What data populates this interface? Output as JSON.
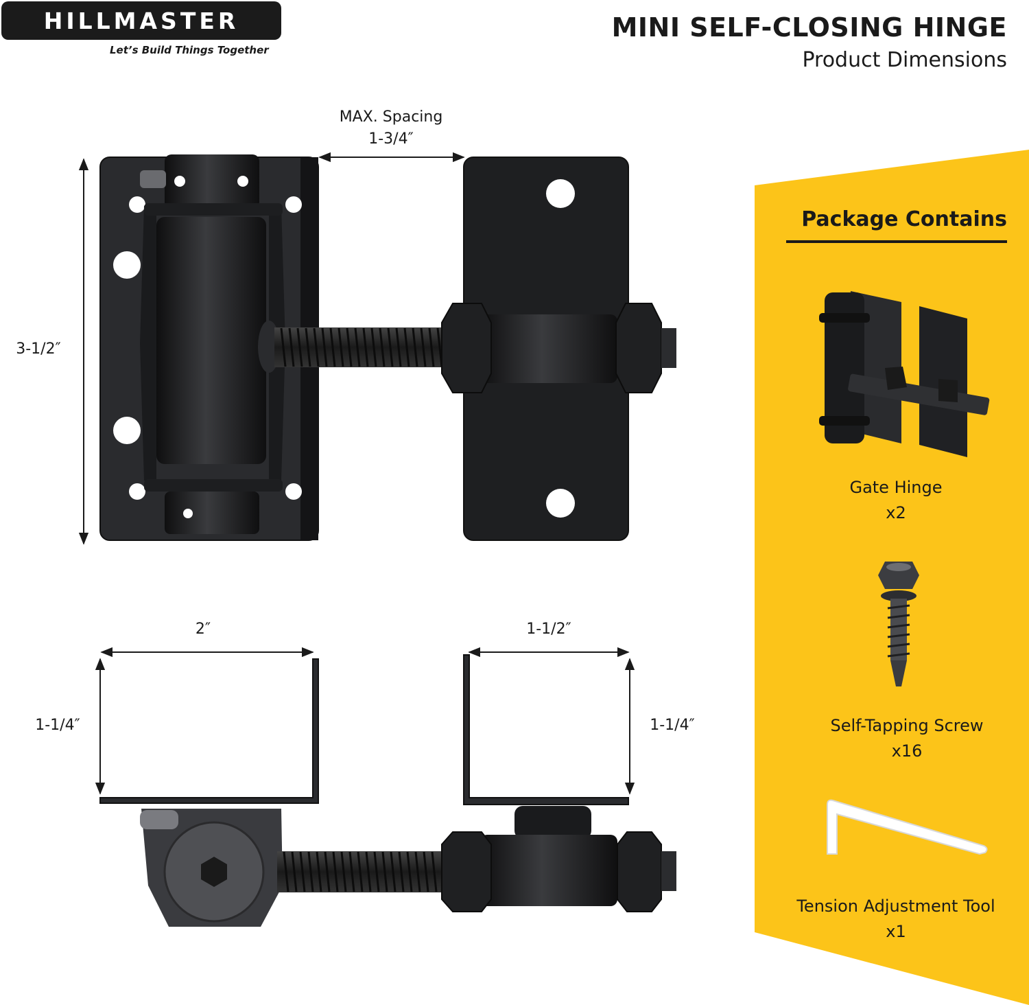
{
  "brand": {
    "logo": "HILLMASTER",
    "tagline": "Let’s Build Things Together"
  },
  "header": {
    "title": "MINI SELF-CLOSING HINGE",
    "subtitle": "Product Dimensions"
  },
  "dimensions": {
    "max_spacing_label": "MAX. Spacing",
    "max_spacing_value": "1-3/4″",
    "height": "3-1/2″",
    "left_width": "2″",
    "right_width": "1-1/2″",
    "left_depth": "1-1/4″",
    "right_depth": "1-1/4″"
  },
  "package": {
    "title": "Package Contains",
    "items": [
      {
        "name": "Gate Hinge",
        "qty": "x2",
        "icon": "gate-hinge-icon"
      },
      {
        "name": "Self-Tapping Screw",
        "qty": "x16",
        "icon": "screw-icon"
      },
      {
        "name": "Tension Adjustment Tool",
        "qty": "x1",
        "icon": "hex-key-icon"
      }
    ]
  },
  "colors": {
    "accent": "#FCC419",
    "metal": "#1c1c1e",
    "text": "#1a1a1a"
  }
}
